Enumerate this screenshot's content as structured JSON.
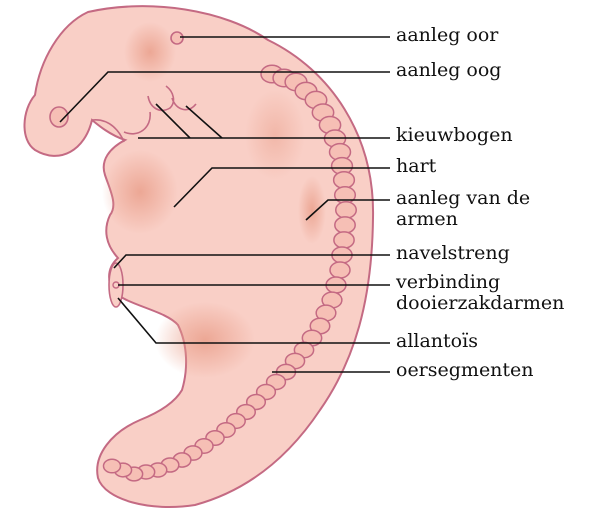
{
  "figure": {
    "colors": {
      "body_fill": "#F9CFC6",
      "body_outline": "#C46A83",
      "shading": "#EAA08C",
      "segment_fill": "#F6BFB5",
      "leader_line": "#111111",
      "label_text": "#111111"
    },
    "labels": {
      "aanleg_oor": "aanleg oor",
      "aanleg_oog": "aanleg oog",
      "kieuwbogen": "kieuwbogen",
      "hart": "hart",
      "aanleg_armen_1": "aanleg van de",
      "aanleg_armen_2": "armen",
      "navelstreng": "navelstreng",
      "verbinding_1": "verbinding",
      "verbinding_2": "dooierzakdarmen",
      "allantois": "allantoïs",
      "oersegmenten": "oersegmenten"
    }
  }
}
